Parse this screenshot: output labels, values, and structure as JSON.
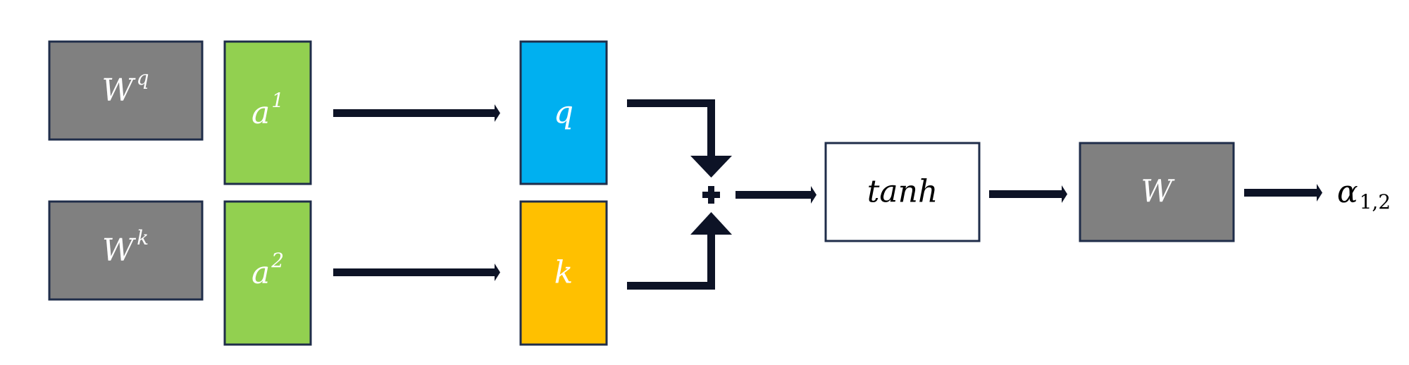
{
  "nodes": {
    "wq": {
      "base": "W",
      "sup": "q"
    },
    "wk": {
      "base": "W",
      "sup": "k"
    },
    "a1": {
      "base": "a",
      "sup": "1"
    },
    "a2": {
      "base": "a",
      "sup": "2"
    },
    "q": {
      "label": "q"
    },
    "k": {
      "label": "k"
    },
    "tanh": {
      "label": "tanh"
    },
    "w": {
      "label": "W"
    },
    "plus": {
      "label": "+"
    },
    "output": {
      "base": "α",
      "sub": "1,2"
    }
  },
  "colors": {
    "gray": "#808080",
    "green": "#92D050",
    "blue": "#00B0F0",
    "orange": "#FFC000",
    "white": "#FFFFFF",
    "border": "#1F2D4A",
    "arrow": "#0D1326",
    "label_light": "#FFFFFF",
    "label_dark": "#000000"
  }
}
